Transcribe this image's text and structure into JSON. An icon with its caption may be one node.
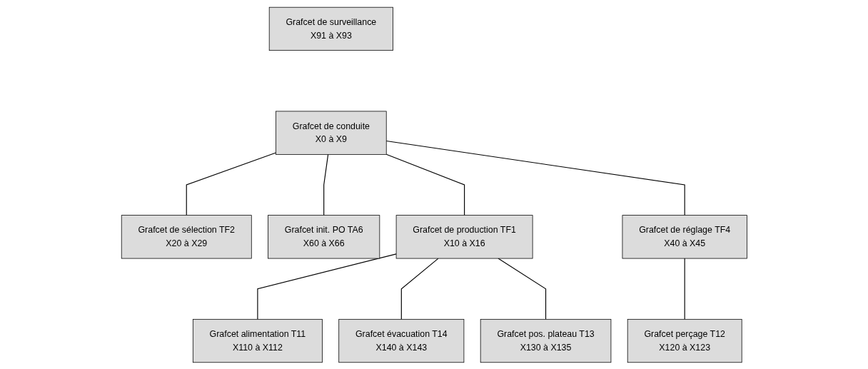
{
  "diagram": {
    "nodes": [
      {
        "text": [
          "Grafcet de surveillance",
          "X91 à X93"
        ]
      },
      {
        "text": [
          "Grafcet de conduite",
          "X0 à X9"
        ]
      },
      {
        "text": [
          "Grafcet de sélection TF2",
          "X20 à X29"
        ]
      },
      {
        "text": [
          "Grafcet init. PO TA6",
          "X60 à X66"
        ]
      },
      {
        "text": [
          "Grafcet de production TF1",
          "X10 à X16"
        ]
      },
      {
        "text": [
          "Grafcet de réglage TF4",
          "X40 à X45"
        ]
      },
      {
        "text": [
          "Grafcet alimentation T11",
          "X110 à X112"
        ]
      },
      {
        "text": [
          "Grafcet évacuation T14",
          "X140 à X143"
        ]
      },
      {
        "text": [
          "Grafcet pos. plateau T13",
          "X130 à X135"
        ]
      },
      {
        "text": [
          "Grafcet perçage T12",
          "X120 à X123"
        ]
      }
    ],
    "edges": [
      {
        "from": 1,
        "to": 2,
        "arrow": "none"
      },
      {
        "from": 1,
        "to": 3,
        "arrow": "none"
      },
      {
        "from": 1,
        "to": 4,
        "arrow": "none"
      },
      {
        "from": 1,
        "to": 5,
        "arrow": "none"
      },
      {
        "from": 4,
        "to": 6,
        "arrow": "none"
      },
      {
        "from": 4,
        "to": 7,
        "arrow": "none"
      },
      {
        "from": 4,
        "to": 8,
        "arrow": "none"
      },
      {
        "from": 5,
        "to": 9,
        "arrow": "none"
      }
    ]
  }
}
